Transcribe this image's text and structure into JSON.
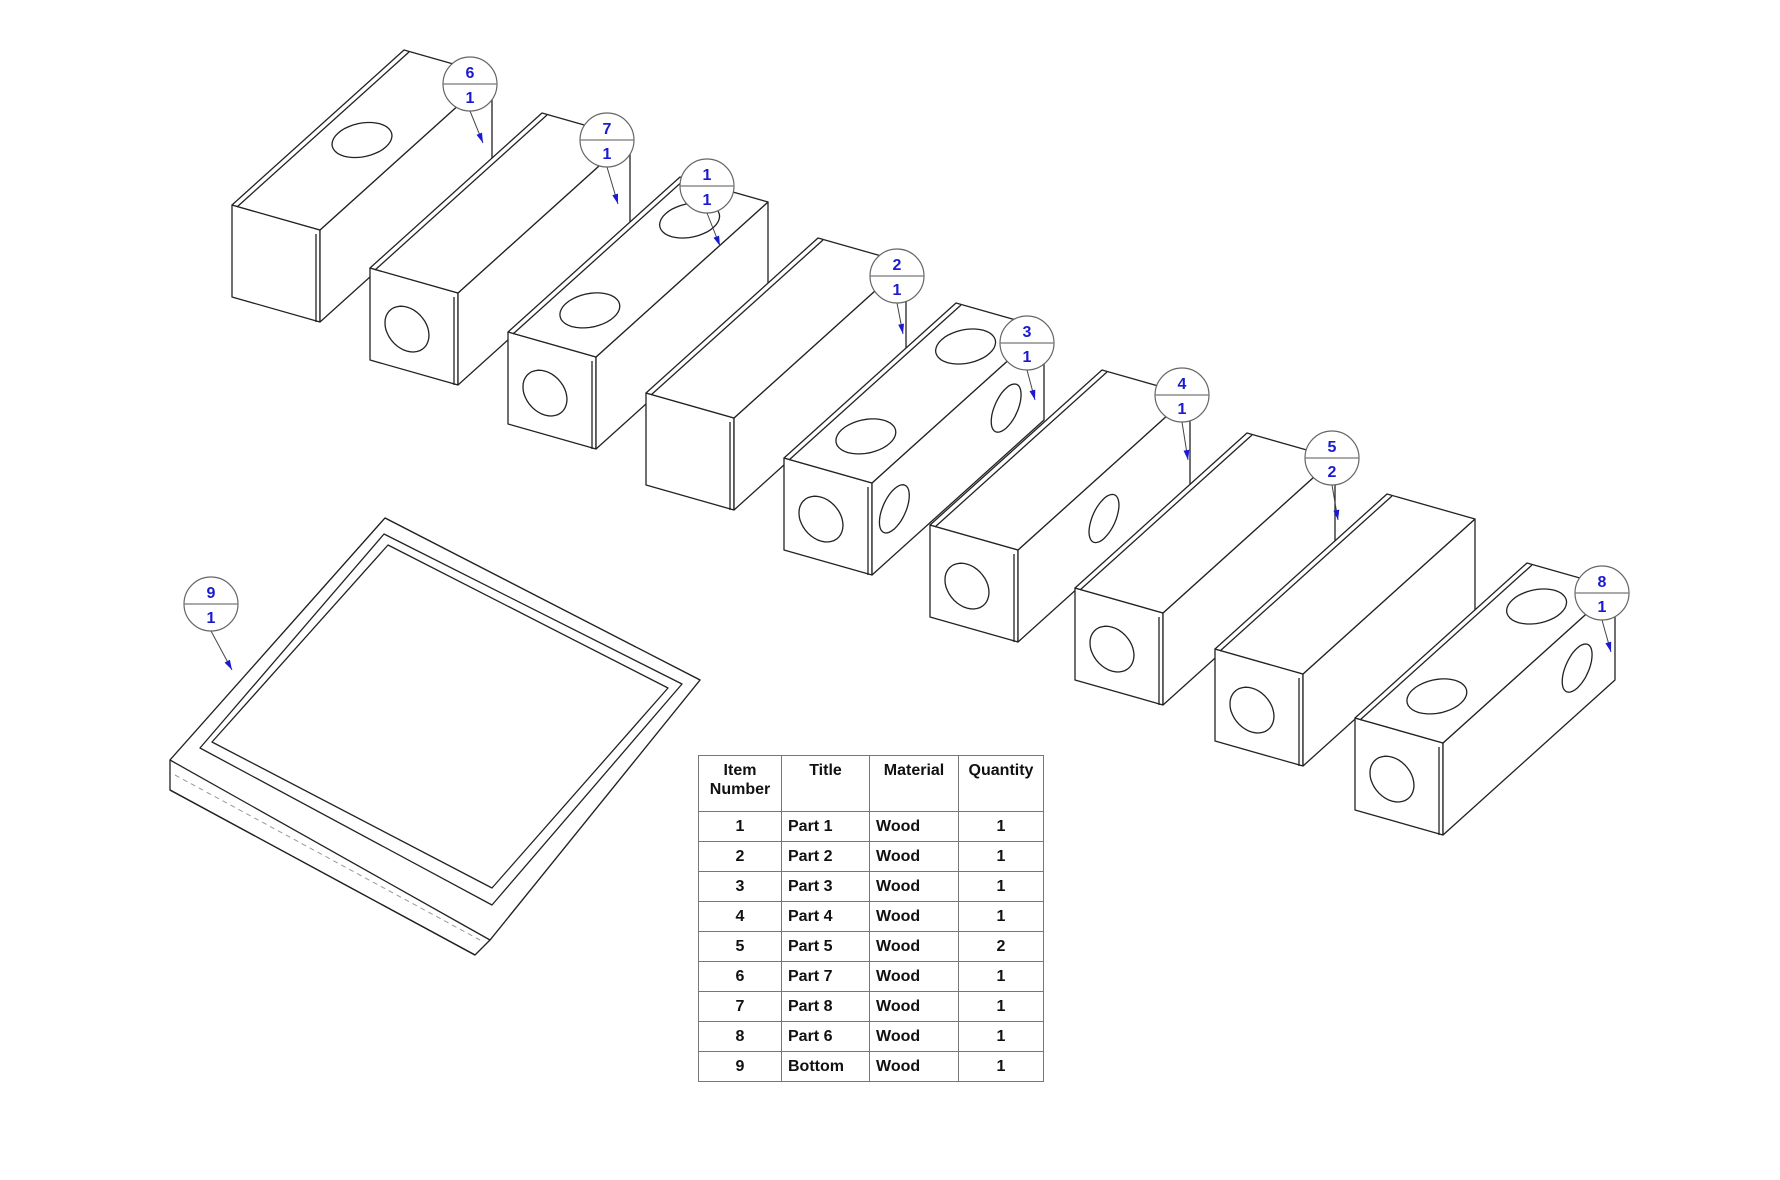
{
  "balloons": [
    {
      "item": "6",
      "qty": "1"
    },
    {
      "item": "7",
      "qty": "1"
    },
    {
      "item": "1",
      "qty": "1"
    },
    {
      "item": "2",
      "qty": "1"
    },
    {
      "item": "3",
      "qty": "1"
    },
    {
      "item": "4",
      "qty": "1"
    },
    {
      "item": "5",
      "qty": "2"
    },
    {
      "item": "8",
      "qty": "1"
    },
    {
      "item": "9",
      "qty": "1"
    }
  ],
  "bom": {
    "headers": {
      "item_number_line1": "Item",
      "item_number_line2": "Number",
      "title": "Title",
      "material": "Material",
      "quantity": "Quantity"
    },
    "rows": [
      {
        "item": "1",
        "title": "Part 1",
        "material": "Wood",
        "qty": "1"
      },
      {
        "item": "2",
        "title": "Part 2",
        "material": "Wood",
        "qty": "1"
      },
      {
        "item": "3",
        "title": "Part 3",
        "material": "Wood",
        "qty": "1"
      },
      {
        "item": "4",
        "title": "Part 4",
        "material": "Wood",
        "qty": "1"
      },
      {
        "item": "5",
        "title": "Part 5",
        "material": "Wood",
        "qty": "2"
      },
      {
        "item": "6",
        "title": "Part 7",
        "material": "Wood",
        "qty": "1"
      },
      {
        "item": "7",
        "title": "Part 8",
        "material": "Wood",
        "qty": "1"
      },
      {
        "item": "8",
        "title": "Part 6",
        "material": "Wood",
        "qty": "1"
      },
      {
        "item": "9",
        "title": "Bottom",
        "material": "Wood",
        "qty": "1"
      }
    ]
  },
  "colors": {
    "balloon_text": "#1a1ad0",
    "line": "#222222",
    "hidden_line": "#999999"
  }
}
